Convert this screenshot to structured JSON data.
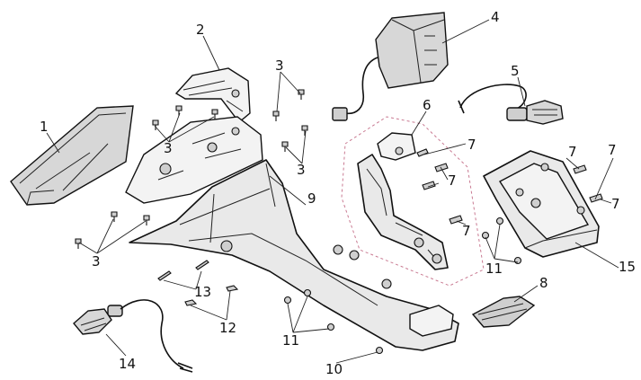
{
  "callouts": [
    {
      "id": "c1",
      "text": "1"
    },
    {
      "id": "c2",
      "text": "2"
    },
    {
      "id": "c3a",
      "text": "3"
    },
    {
      "id": "c3b",
      "text": "3"
    },
    {
      "id": "c3c",
      "text": "3"
    },
    {
      "id": "c3d",
      "text": "3"
    },
    {
      "id": "c4",
      "text": "4"
    },
    {
      "id": "c5",
      "text": "5"
    },
    {
      "id": "c6",
      "text": "6"
    },
    {
      "id": "c7a",
      "text": "7"
    },
    {
      "id": "c7b",
      "text": "7"
    },
    {
      "id": "c7c",
      "text": "7"
    },
    {
      "id": "c7d",
      "text": "7"
    },
    {
      "id": "c7e",
      "text": "7"
    },
    {
      "id": "c7f",
      "text": "7"
    },
    {
      "id": "c8",
      "text": "8"
    },
    {
      "id": "c9",
      "text": "9"
    },
    {
      "id": "c10",
      "text": "10"
    },
    {
      "id": "c11a",
      "text": "11"
    },
    {
      "id": "c11b",
      "text": "11"
    },
    {
      "id": "c12",
      "text": "12"
    },
    {
      "id": "c13",
      "text": "13"
    },
    {
      "id": "c14",
      "text": "14"
    },
    {
      "id": "c15",
      "text": "15"
    }
  ]
}
